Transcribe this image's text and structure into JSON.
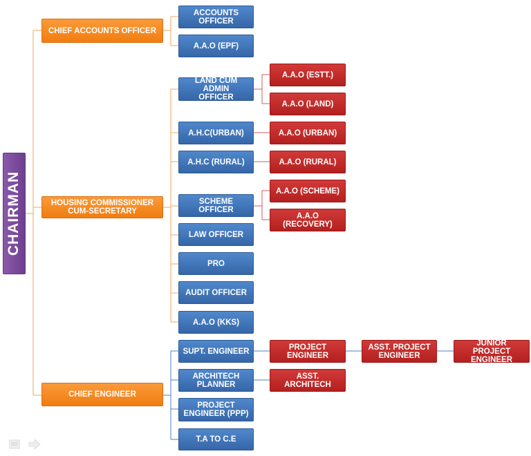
{
  "root": {
    "label": "CHAIRMAN"
  },
  "level1": {
    "cao": "CHIEF ACCOUNTS OFFICER",
    "hc": "HOUSING COMMISSIONER\nCUM-SECRETARY",
    "ce": "CHIEF ENGINEER"
  },
  "cao_reports": {
    "accounts_officer": "ACCOUNTS\nOFFICER",
    "aao_epf": "A.A.O (EPF)"
  },
  "hc_reports": {
    "land_cum_admin": "LAND CUM ADMIN\nOFFICER",
    "ahc_urban": "A.H.C(URBAN)",
    "ahc_rural": "A.H.C (RURAL)",
    "scheme_officer": "SCHEME OFFICER",
    "law_officer": "LAW OFFICER",
    "pro": "PRO",
    "audit_officer": "AUDIT OFFICER",
    "aao_kks": "A.A.O (KKS)"
  },
  "hc_sub": {
    "aao_estt": "A.A.O (ESTT.)",
    "aao_land": "A.A.O (LAND)",
    "aao_urban": "A.A.O (URBAN)",
    "aao_rural": "A.A.O (RURAL)",
    "aao_scheme": "A.A.O (SCHEME)",
    "aao_recovery": "A.A.O (RECOVERY)"
  },
  "ce_reports": {
    "supt_engineer": "SUPT. ENGINEER",
    "architech_planner": "ARCHITECH\nPLANNER",
    "project_engineer_ppp": "PROJECT\nENGINEER (PPP)",
    "ta_to_ce": "T.A TO C.E"
  },
  "ce_sub": {
    "project_engineer": "PROJECT\nENGINEER",
    "asst_project_engineer": "ASST. PROJECT\nENGINEER",
    "junior_project_engineer": "JUNIOR PROJECT\nENGINEER",
    "asst_architech": "ASST. ARCHITECH"
  },
  "colors": {
    "orange": "#f5891f",
    "blue": "#4277b9",
    "red": "#c12d2c",
    "purple": "#7b4b9e",
    "line_orange": "#f2a75a",
    "line_blue": "#4a7fc1",
    "line_red": "#d55a5a"
  },
  "icons": [
    "slide-menu-icon",
    "next-arrow-icon"
  ]
}
